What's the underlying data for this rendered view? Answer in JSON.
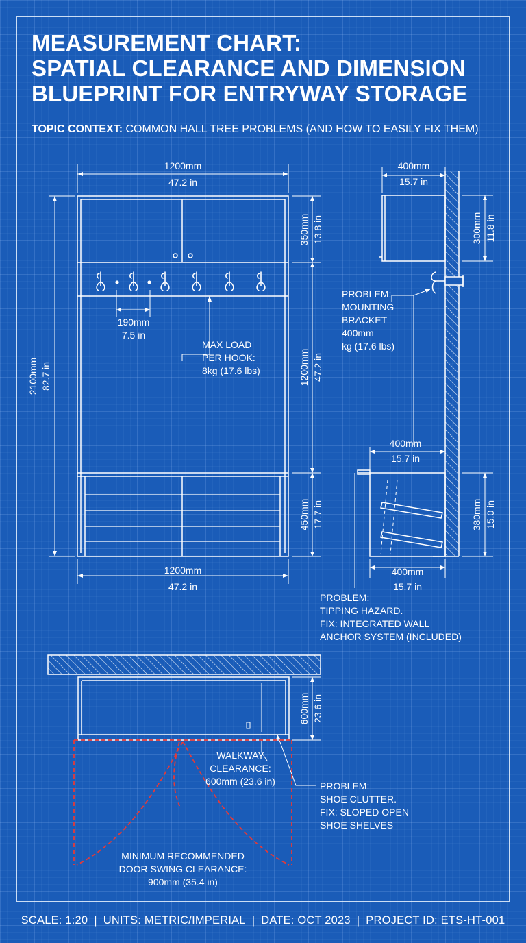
{
  "title": {
    "lines": [
      "MEASUREMENT CHART:",
      "SPATIAL CLEARANCE AND DIMENSION",
      "BLUEPRINT FOR ENTRYWAY STORAGE"
    ]
  },
  "topic": {
    "label": "TOPIC CONTEXT:",
    "text": "COMMON HALL TREE PROBLEMS (AND HOW TO EASILY FIX THEM)"
  },
  "front_view": {
    "width_top_mm": "1200mm",
    "width_top_in": "47.2 in",
    "width_bottom_mm": "1200mm",
    "width_bottom_in": "47.2 in",
    "height_mm": "2100mm",
    "height_in": "82.7 in",
    "cabinet_mm": "350mm",
    "cabinet_in": "13.8 in",
    "middle_mm": "1200mm",
    "middle_in": "47.2 in",
    "bench_mm": "450mm",
    "bench_in": "17.7 in",
    "hook_spacing_mm": "190mm",
    "hook_spacing_in": "7.5 in",
    "hook_load_lines": [
      "MAX LOAD",
      "PER HOOK:",
      "8kg (17.6 lbs)"
    ]
  },
  "side_view": {
    "top_depth_mm": "400mm",
    "top_depth_in": "15.7 in",
    "cabinet_height_mm": "300mm",
    "cabinet_height_in": "11.8 in",
    "bracket_note_lines": [
      "PROBLEM:",
      "MOUNTING",
      "BRACKET",
      "400mm",
      "kg (17.6 lbs)"
    ],
    "bench_top_mm": "400mm",
    "bench_top_in": "15.7 in",
    "bench_height_mm": "380mm",
    "bench_height_in": "15.0 in",
    "bench_bottom_mm": "400mm",
    "bench_bottom_in": "15.7 in",
    "tipping_note_lines": [
      "PROBLEM:",
      "TIPPING HAZARD.",
      "FIX: INTEGRATED WALL",
      "ANCHOR SYSTEM (INCLUDED)"
    ]
  },
  "plan_view": {
    "depth_mm": "600mm",
    "depth_in": "23.6 in",
    "walkway_lines": [
      "WALKWAY",
      "CLEARANCE:",
      "600mm (23.6 in)"
    ],
    "shoe_note_lines": [
      "PROBLEM:",
      "SHOE CLUTTER.",
      "FIX: SLOPED OPEN",
      "SHOE SHELVES"
    ],
    "door_swing_lines": [
      "MINIMUM RECOMMENDED",
      "DOOR SWING CLEARANCE:",
      "900mm (35.4 in)"
    ]
  },
  "footer": {
    "items": [
      "SCALE: 1:20",
      "UNITS: METRIC/IMPERIAL",
      "DATE: OCT 2023",
      "PROJECT ID: ETS-HT-001"
    ]
  },
  "colors": {
    "background": "#1a5cb8",
    "line": "#ffffff",
    "door_swing": "#e23a3a"
  }
}
